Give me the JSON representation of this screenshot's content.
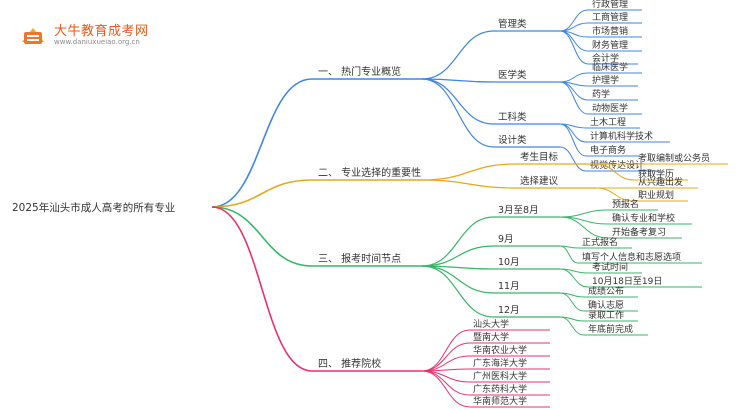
{
  "brand": {
    "name": "大牛教育成考网",
    "url": "www.daniuxueiao.org.cn"
  },
  "colors": {
    "root": "#333333",
    "branches": [
      "#3f86e6",
      "#e6a817",
      "#37b768",
      "#e8336b"
    ]
  },
  "mindmap": {
    "root": "2025年汕头市成人高考的所有专业",
    "branches": [
      {
        "label": "一、 热门专业概览",
        "children": [
          {
            "label": "管理类",
            "children": [
              "行政管理",
              "工商管理",
              "市场营销",
              "财务管理",
              "会计学"
            ]
          },
          {
            "label": "医学类",
            "children": [
              "临床医学",
              "护理学",
              "药学",
              "动物医学"
            ]
          },
          {
            "label": "工科类",
            "children": [
              "土木工程",
              "计算机科学技术",
              "电子商务"
            ]
          },
          {
            "label": "设计类",
            "children": [
              "视觉传达设计"
            ]
          }
        ]
      },
      {
        "label": "二、 专业选择的重要性",
        "children": [
          {
            "label": "考生目标",
            "children": [
              "考取编制或公务员",
              "获取学历"
            ]
          },
          {
            "label": "选择建议",
            "children": [
              "从兴趣出发",
              "职业规划"
            ]
          }
        ]
      },
      {
        "label": "三、 报考时间节点",
        "children": [
          {
            "label": "3月至8月",
            "children": [
              "预报名",
              "确认专业和学校",
              "开始备考复习"
            ]
          },
          {
            "label": "9月",
            "children": [
              "正式报名",
              "填写个人信息和志愿选项"
            ]
          },
          {
            "label": "10月",
            "children": [
              "考试时间",
              "10月18日至19日"
            ]
          },
          {
            "label": "11月",
            "children": [
              "成绩公布",
              "确认志愿"
            ]
          },
          {
            "label": "12月",
            "children": [
              "录取工作",
              "年底前完成"
            ]
          }
        ]
      },
      {
        "label": "四、 推荐院校",
        "children": [
          {
            "label": "汕头大学",
            "children": []
          },
          {
            "label": "暨南大学",
            "children": []
          },
          {
            "label": "华南农业大学",
            "children": []
          },
          {
            "label": "广东海洋大学",
            "children": []
          },
          {
            "label": "广州医科大学",
            "children": []
          },
          {
            "label": "广东药科大学",
            "children": []
          },
          {
            "label": "华南师范大学",
            "children": []
          }
        ]
      }
    ]
  }
}
